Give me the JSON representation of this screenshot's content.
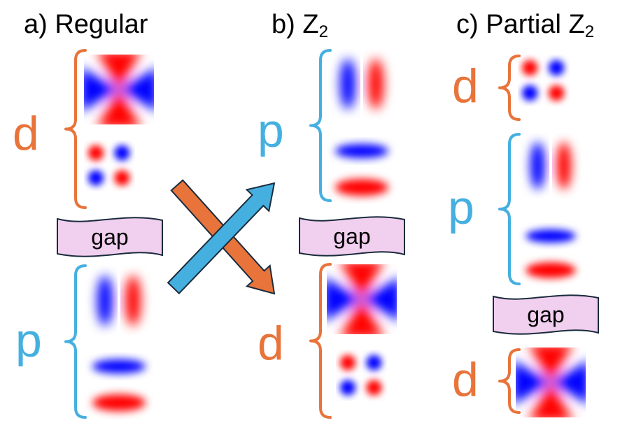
{
  "panels": [
    {
      "prefix": "a) Regular",
      "main": "",
      "subscript": "",
      "groups": [
        {
          "label": "d",
          "color_key": "d",
          "tiles": [
            "dx2y2",
            "dxy"
          ]
        },
        {
          "label": "p",
          "color_key": "p",
          "tiles": [
            "px",
            "py"
          ]
        }
      ],
      "gap_label": "gap"
    },
    {
      "prefix": "b) ",
      "main": "Z",
      "subscript": "2",
      "groups": [
        {
          "label": "p",
          "color_key": "p",
          "tiles": [
            "px",
            "py"
          ]
        },
        {
          "label": "d",
          "color_key": "d",
          "tiles": [
            "dx2y2",
            "dxy"
          ]
        }
      ],
      "gap_label": "gap"
    },
    {
      "prefix": "c) Partial ",
      "main": "Z",
      "subscript": "2",
      "groups": [
        {
          "label": "d",
          "color_key": "d",
          "tiles": [
            "dxy"
          ]
        },
        {
          "label": "p",
          "color_key": "p",
          "tiles": [
            "px",
            "py"
          ]
        },
        {
          "label": "d",
          "color_key": "d",
          "tiles": [
            "dx2y2"
          ]
        }
      ],
      "gap_label": "gap"
    }
  ],
  "colors": {
    "d": "#E8743B",
    "p": "#45B0E0",
    "gap_fill": "#F1CFEF",
    "outline": "#1A2B3C",
    "lobe_positive": "#FF0000",
    "lobe_negative": "#0000FF",
    "background": "#FFFFFF"
  },
  "arrows": [
    {
      "name": "orange-arrow",
      "color_key": "d",
      "direction": "down-right"
    },
    {
      "name": "blue-arrow",
      "color_key": "p",
      "direction": "up-right"
    }
  ]
}
